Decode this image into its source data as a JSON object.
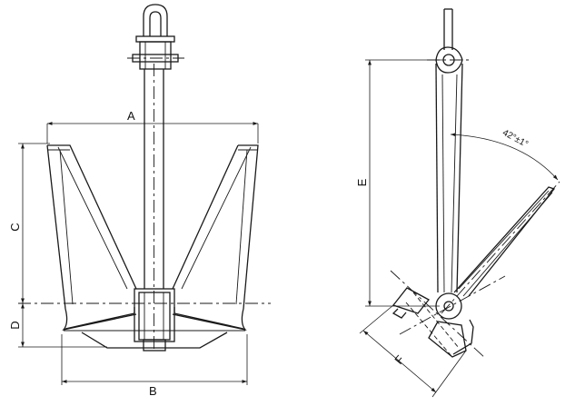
{
  "dimensions": {
    "a": "A",
    "b": "B",
    "c": "C",
    "d": "D",
    "e": "E",
    "f": "F"
  },
  "angle": "42°±1°"
}
